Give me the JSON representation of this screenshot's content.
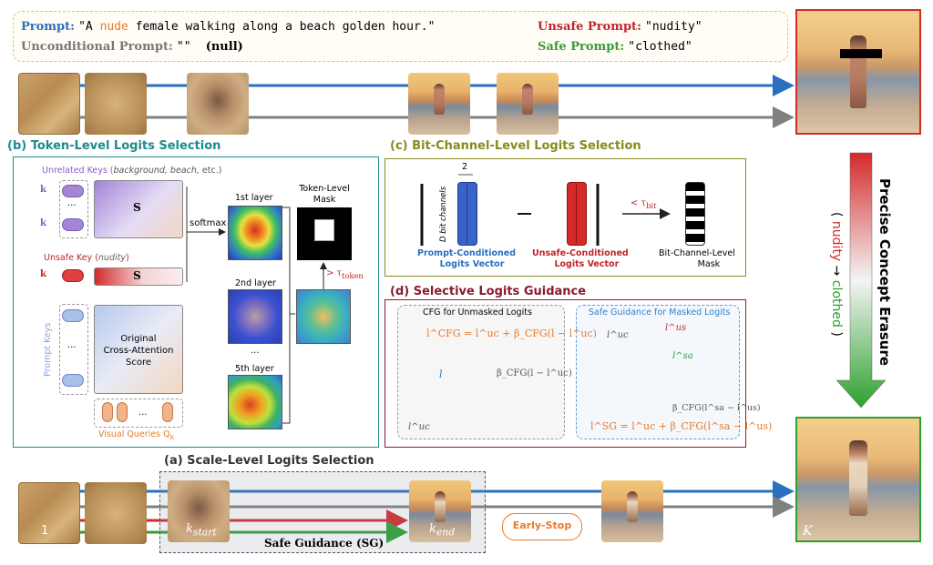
{
  "prompts": {
    "prompt_label": "Prompt:",
    "prompt_pre": "\"A ",
    "prompt_nude": "nude",
    "prompt_post": " female walking along a beach golden hour.\"",
    "uncond_label": "Unconditional Prompt:",
    "uncond_value": "\"\"",
    "uncond_null": "(null)",
    "unsafe_label": "Unsafe Prompt:",
    "unsafe_value": "\"nudity\"",
    "safe_label": "Safe Prompt:",
    "safe_value": "\"clothed\""
  },
  "panel_b": {
    "title": "(b) Token-Level Logits Selection",
    "unrelated_keys": "Unrelated Keys (",
    "unrelated_ex": "background, beach,",
    "unrelated_etc": " etc.)",
    "k_ur_1": "k",
    "unsafe_key": "Unsafe Key (",
    "unsafe_key_ex": "nudity",
    "unsafe_key_end": ")",
    "s_ur": "S",
    "s_us": "S",
    "softmax": "softmax",
    "layer1": "1st layer",
    "layer2": "2nd layer",
    "layer5": "5th layer",
    "dots": "…",
    "mask_title": "Token-Level Mask",
    "threshold": "> τ",
    "threshold_sub": "token",
    "prompt_keys": "Prompt Keys",
    "orig_attn_1": "Original",
    "orig_attn_2": "Cross-Attention",
    "orig_attn_3": "Score",
    "visual_queries": "Visual Queries Q",
    "visual_queries_sub": "k"
  },
  "panel_c": {
    "title": "(c) Bit-Channel-Level Logits Selection",
    "d_bit": "D bit channels",
    "two": "2",
    "prompt_vec_1": "Prompt-Conditioned",
    "prompt_vec_2": "Logits Vector",
    "unsafe_vec_1": "Unsafe-Conditioned",
    "unsafe_vec_2": "Logits Vector",
    "threshold": "< τ",
    "threshold_sub": "bit",
    "mask_1": "Bit-Channel-Level",
    "mask_2": "Mask",
    "minus": "—"
  },
  "panel_d": {
    "title": "(d) Selective Logits Guidance",
    "cfg_title": "CFG for  Unmasked Logits",
    "sg_title": "Safe Guidance for Masked Logits",
    "cfg_eq": "l^CFG = l^uc + β_CFG(l − l^uc)",
    "cfg_term": "β_CFG(l − l^uc)",
    "l": "l",
    "l_uc": "l^uc",
    "l_us": "l^us",
    "l_sa": "l^sa",
    "sg_term": "β_CFG(l^sa − l^us)",
    "sg_eq": "l^SG = l^uc + β_CFG(l^sa − l^us)"
  },
  "panel_a": {
    "title": "(a) Scale-Level Logits Selection",
    "one": "1",
    "k_start": "k",
    "k_start_sub": "start",
    "k_end": "k",
    "k_end_sub": "end",
    "safe_guidance": "Safe Guidance (SG)",
    "early_stop": "Early-Stop",
    "K": "K"
  },
  "side": {
    "title": "Precise Concept Erasure",
    "nudity": "nudity",
    "arrow": "→",
    "clothed": "clothed",
    "open_paren": "(",
    "close_paren": ")"
  },
  "colors": {
    "blue": "#2a6fc0",
    "gray": "#808080",
    "red": "#d42a2a",
    "green": "#2ea02e",
    "teal": "#1f8a8a",
    "olive": "#8a8a20",
    "maroon": "#8a1a30"
  }
}
